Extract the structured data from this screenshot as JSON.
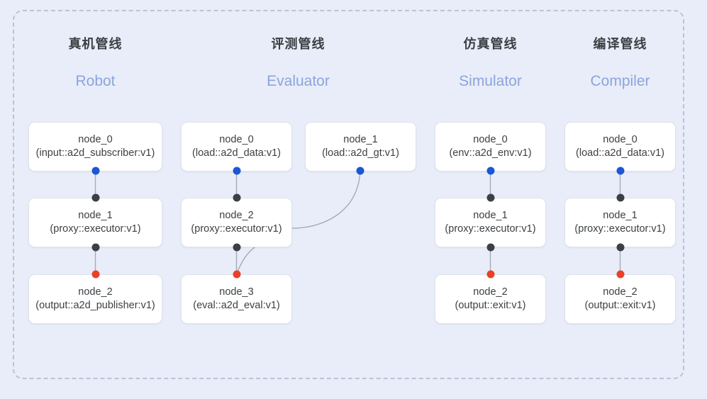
{
  "diagram": {
    "frame_label": "pipeline-groups-frame",
    "background_color": "#e8edf9",
    "frame_border_color": "#b9c3d8",
    "accent_colors": {
      "subtitle": "#8ca4dd",
      "dot_blue": "#1a56d6",
      "dot_black": "#3c4043",
      "dot_red": "#ea4027",
      "edge": "#9aa0a6"
    }
  },
  "columns": [
    {
      "id": "robot",
      "title": "真机管线",
      "subtitle": "Robot",
      "nodes": [
        {
          "name": "node_0",
          "type": "(input::a2d_subscriber:v1)"
        },
        {
          "name": "node_1",
          "type": "(proxy::executor:v1)"
        },
        {
          "name": "node_2",
          "type": "(output::a2d_publisher:v1)"
        }
      ]
    },
    {
      "id": "evaluator",
      "title": "评测管线",
      "subtitle": "Evaluator",
      "nodes": [
        {
          "name": "node_0",
          "type": "(load::a2d_data:v1)"
        },
        {
          "name": "node_1",
          "type": "(load::a2d_gt:v1)"
        },
        {
          "name": "node_2",
          "type": "(proxy::executor:v1)"
        },
        {
          "name": "node_3",
          "type": "(eval::a2d_eval:v1)"
        }
      ]
    },
    {
      "id": "simulator",
      "title": "仿真管线",
      "subtitle": "Simulator",
      "nodes": [
        {
          "name": "node_0",
          "type": "(env::a2d_env:v1)"
        },
        {
          "name": "node_1",
          "type": "(proxy::executor:v1)"
        },
        {
          "name": "node_2",
          "type": "(output::exit:v1)"
        }
      ]
    },
    {
      "id": "compiler",
      "title": "编译管线",
      "subtitle": "Compiler",
      "nodes": [
        {
          "name": "node_0",
          "type": "(load::a2d_data:v1)"
        },
        {
          "name": "node_1",
          "type": "(proxy::executor:v1)"
        },
        {
          "name": "node_2",
          "type": "(output::exit:v1)"
        }
      ]
    }
  ]
}
